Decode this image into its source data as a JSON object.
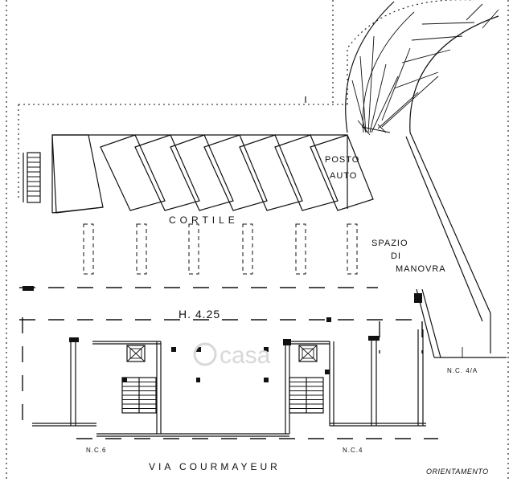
{
  "labels": {
    "posto": "POSTO",
    "auto": "AUTO",
    "cortile": "CORTILE",
    "spazio": "SPAZIO",
    "di": "DI",
    "manovra": "MANOVRA",
    "height": "H. 4.25",
    "nc_4a": "N.C. 4/A",
    "nc6": "N.C.6",
    "nc4": "N.C.4",
    "street": "VIA COURMAYEUR",
    "orientamento": "ORIENTAMENTO"
  },
  "watermark": "casa"
}
